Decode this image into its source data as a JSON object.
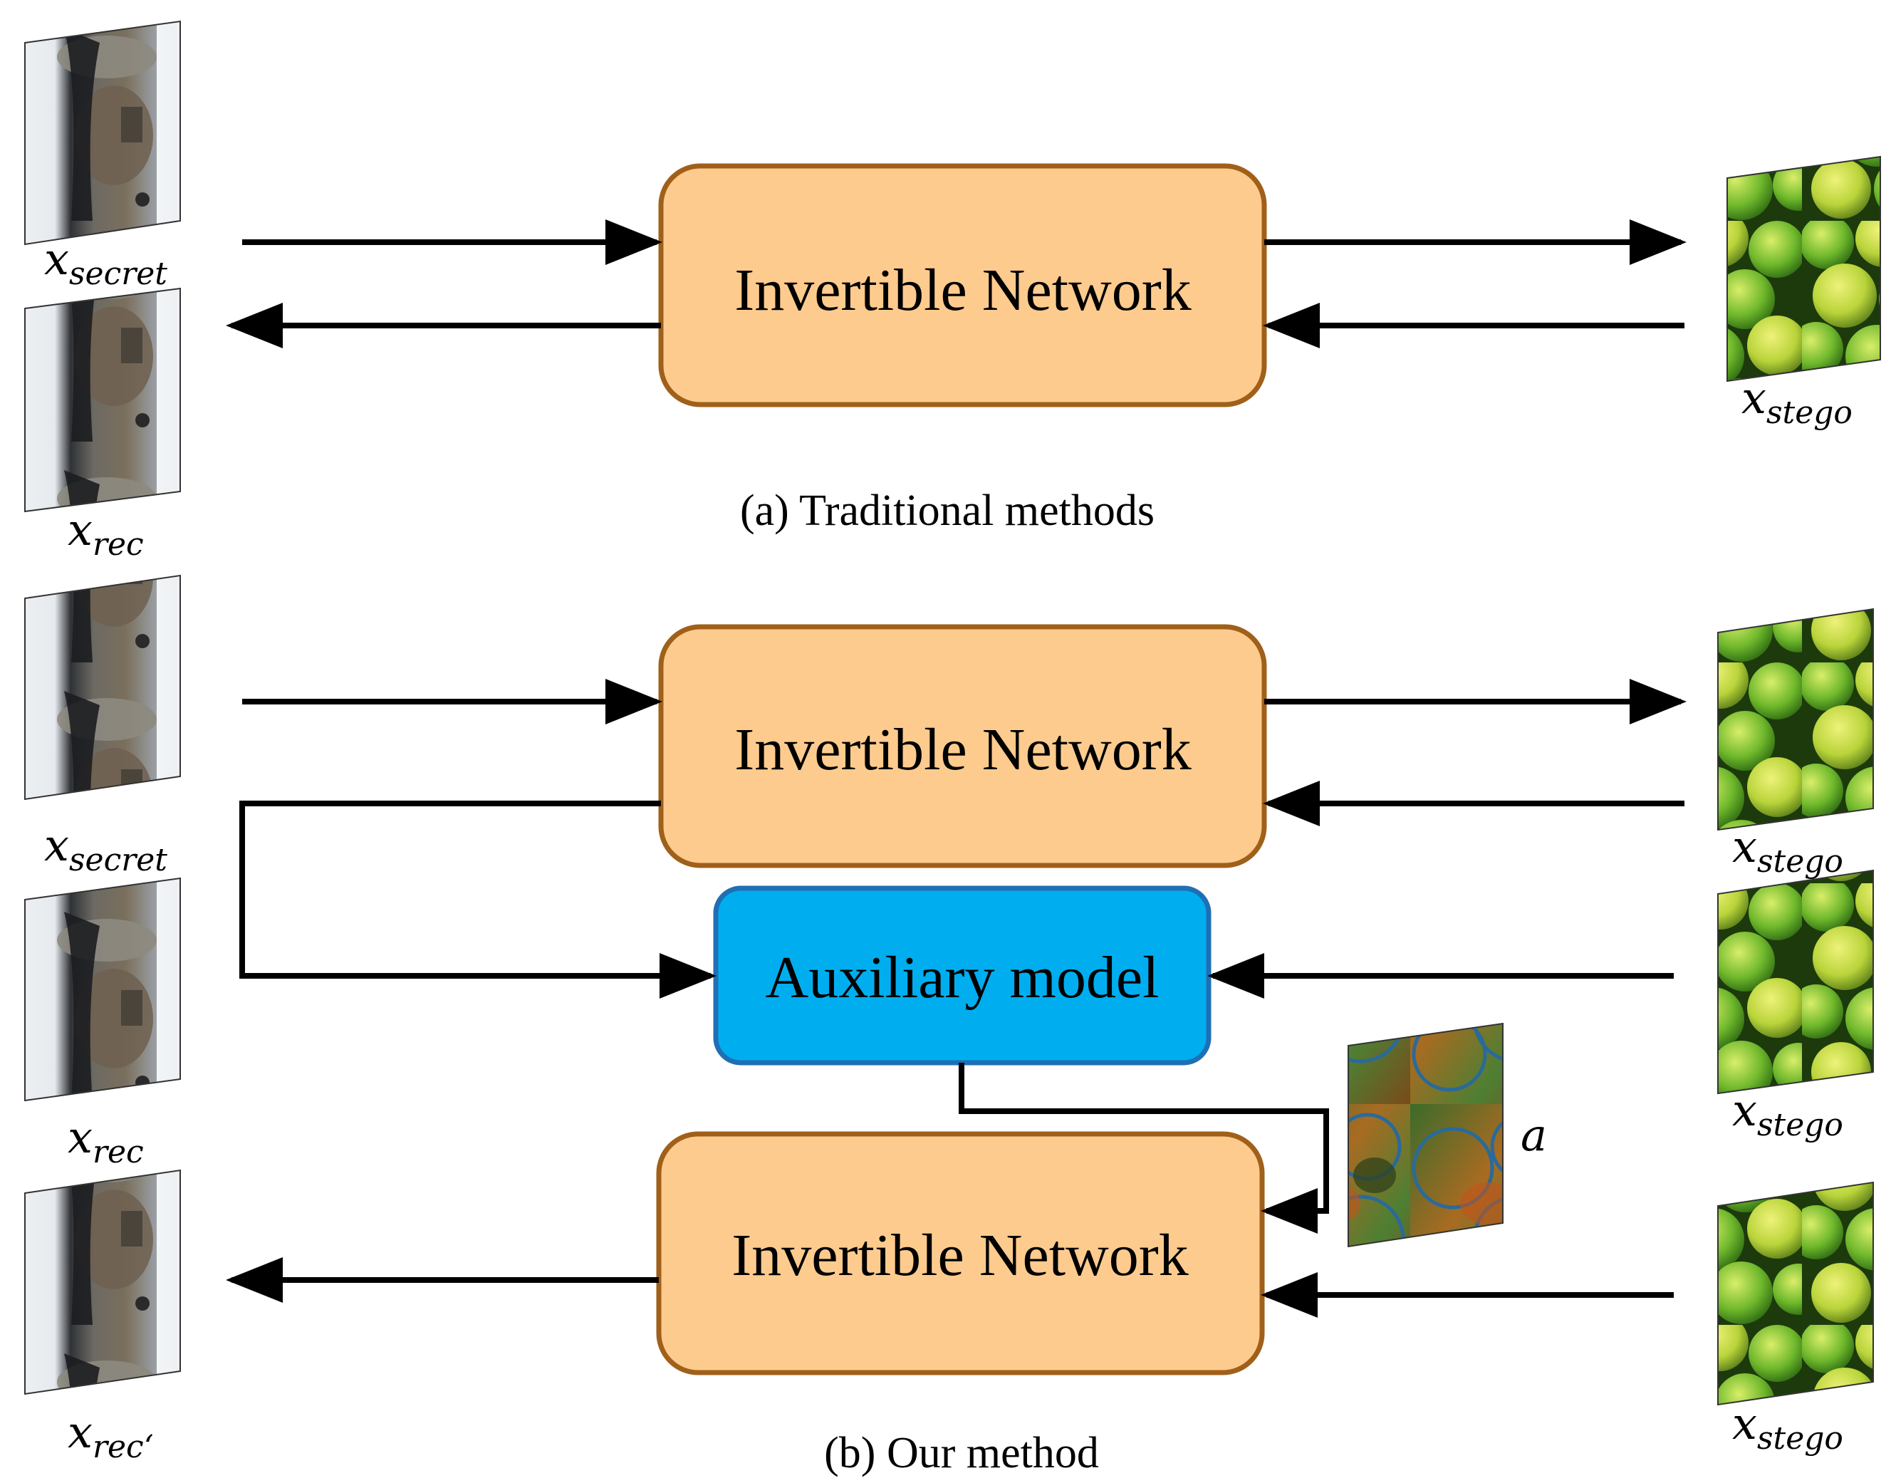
{
  "panel_a": {
    "network_label": "Invertible Network",
    "caption": "(a) Traditional methods",
    "labels": {
      "secret": {
        "base": "x",
        "sub": "secret"
      },
      "rec": {
        "base": "x",
        "sub": "rec"
      },
      "stego": {
        "base": "x",
        "sub": "stego"
      }
    }
  },
  "panel_b": {
    "network_top_label": "Invertible Network",
    "auxiliary_label": "Auxiliary model",
    "network_bottom_label": "Invertible Network",
    "caption": "(b) Our method",
    "labels": {
      "secret": {
        "base": "x",
        "sub": "secret"
      },
      "rec": {
        "base": "x",
        "sub": "rec"
      },
      "rec_prime": {
        "base": "x",
        "sub": "rec‘"
      },
      "stego_1": {
        "base": "x",
        "sub": "stego"
      },
      "stego_2": {
        "base": "x",
        "sub": "stego"
      },
      "stego_3": {
        "base": "x",
        "sub": "stego"
      },
      "aux_output": "a"
    }
  },
  "colors": {
    "network_fill": "#FDCB8E",
    "network_stroke": "#A0601A",
    "auxiliary_fill": "#00AEEF",
    "auxiliary_stroke": "#1F6FB5",
    "arrow": "#000000"
  }
}
